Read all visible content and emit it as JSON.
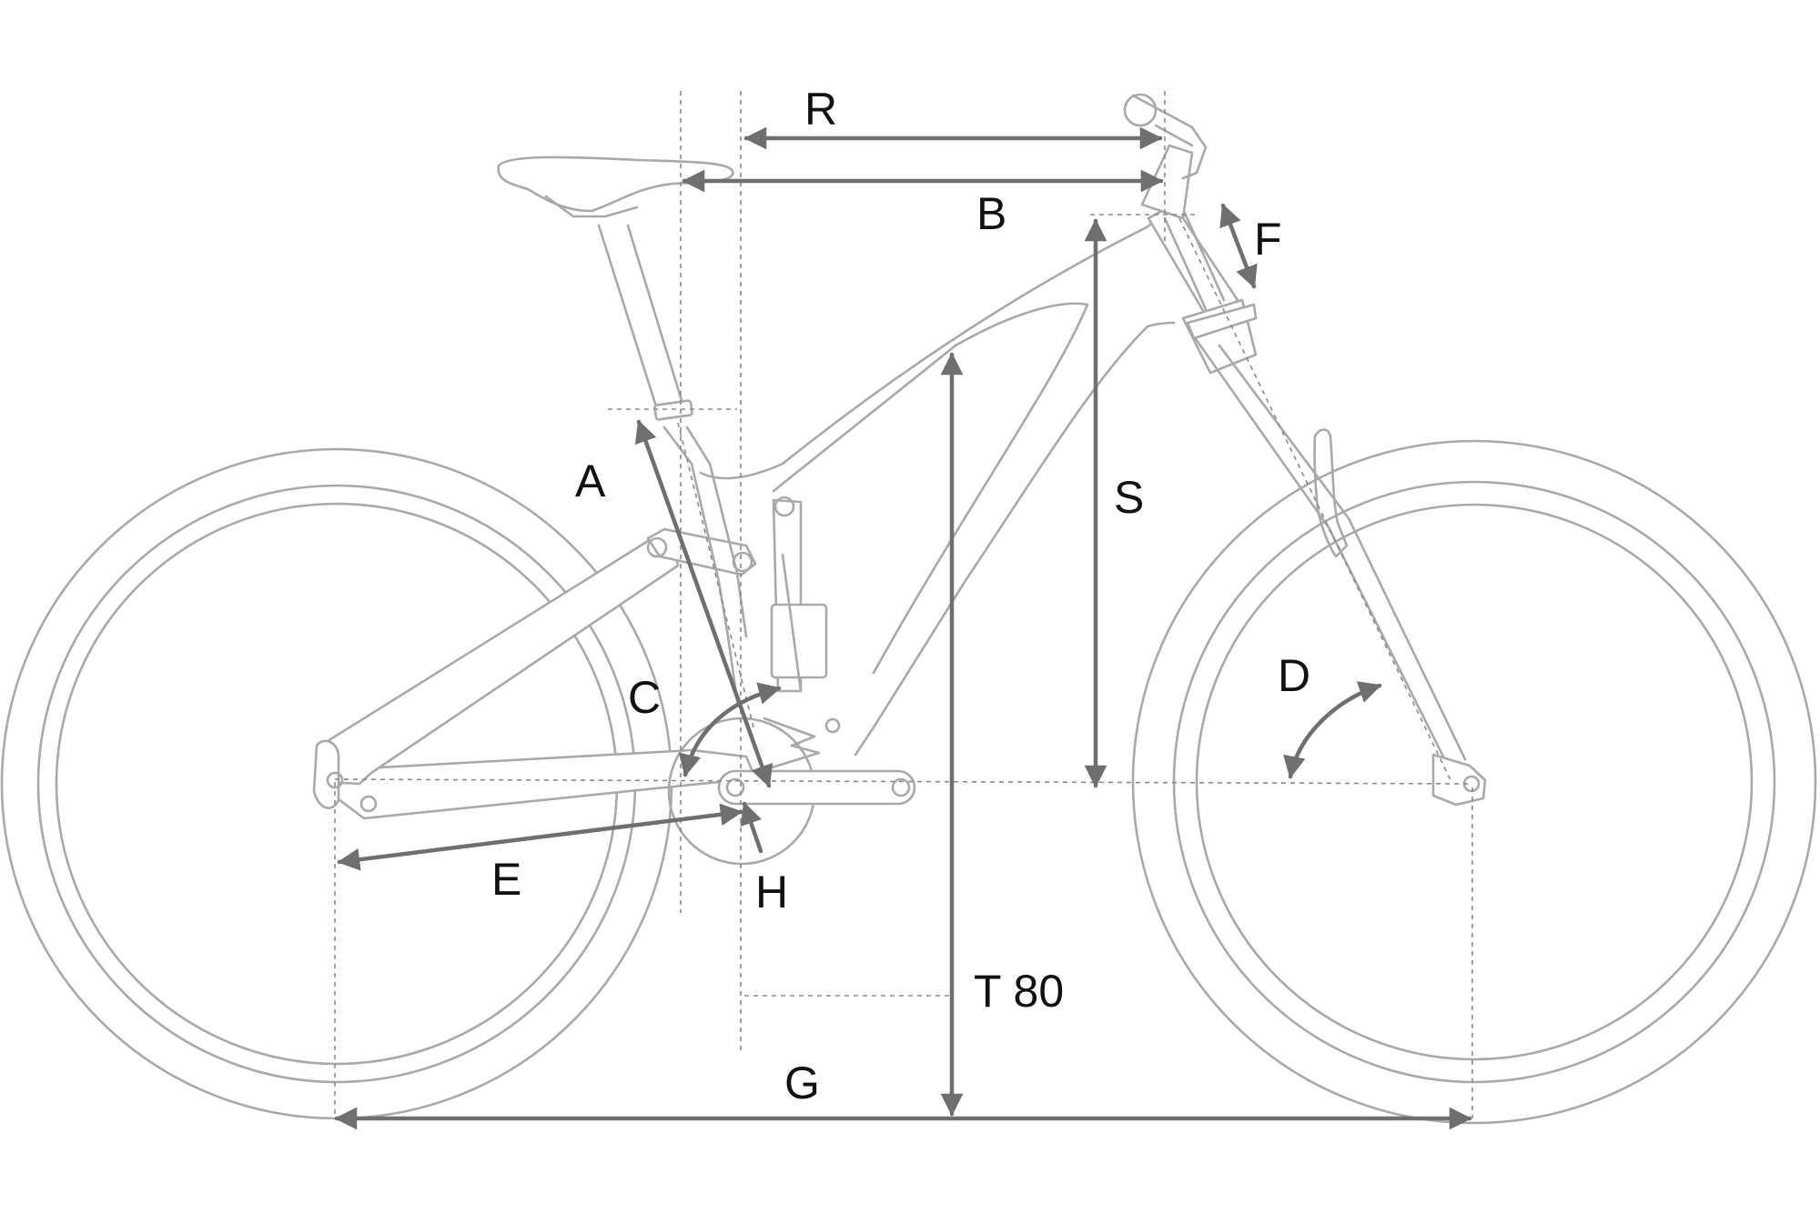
{
  "labels": {
    "R": "R",
    "B": "B",
    "F": "F",
    "S": "S",
    "A": "A",
    "C": "C",
    "D": "D",
    "E": "E",
    "H": "H",
    "T": "T 80",
    "G": "G"
  },
  "colors": {
    "outline": "#a9a9a9",
    "dimension": "#6f6f6f",
    "text": "#111111"
  }
}
